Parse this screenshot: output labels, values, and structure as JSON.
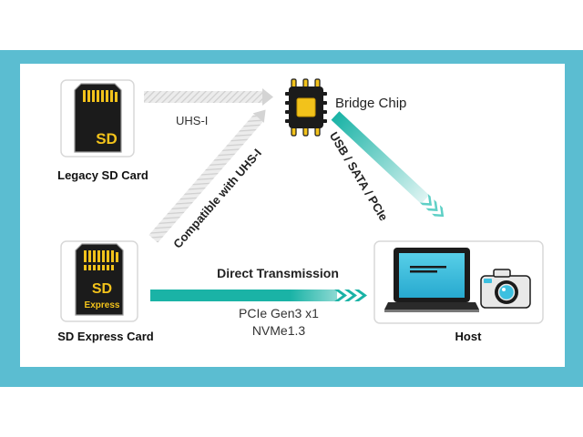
{
  "nodes": {
    "legacy": {
      "label": "Legacy SD Card",
      "card_text": "SD"
    },
    "express": {
      "label": "SD Express Card",
      "card_text_1": "SD",
      "card_text_2": "Express"
    },
    "bridge": {
      "label": "Bridge Chip"
    },
    "host": {
      "label": "Host"
    }
  },
  "links": {
    "uhs": {
      "label": "UHS-I"
    },
    "compat": {
      "label": "Compatible with UHS-I"
    },
    "usb": {
      "label": "USB / SATA / PCIe"
    },
    "direct": {
      "label": "Direct Transmission",
      "sub1": "PCIe Gen3 x1",
      "sub2": "NVMe1.3"
    }
  },
  "colors": {
    "background_band": "#5bbdd1",
    "teal_arrow": "#1ab3a6",
    "gray_arrow": "#d9d9d9",
    "card_black": "#1b1b1b",
    "gold": "#f2c21b",
    "screen_blue": "#3cc0e0"
  }
}
